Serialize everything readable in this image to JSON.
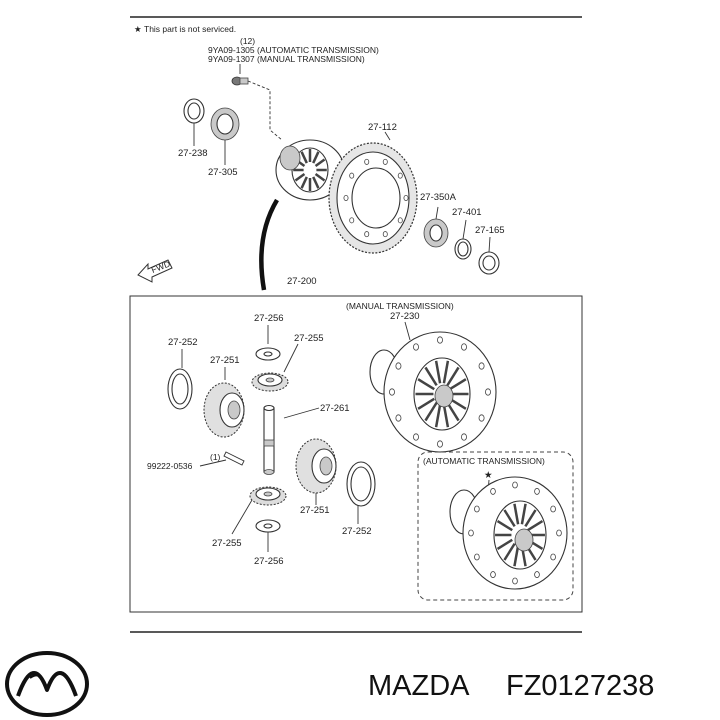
{
  "notice": {
    "star": "★",
    "text": "This part is not serviced."
  },
  "bolt_group": {
    "qty": "(12)",
    "line_auto": "9YA09-1305 (AUTOMATIC TRANSMISSION)",
    "line_manual": "9YA09-1307 (MANUAL TRANSMISSION)"
  },
  "labels": {
    "p27_238": "27-238",
    "p27_305": "27-305",
    "p27_112": "27-112",
    "p27_350a": "27-350A",
    "p27_401": "27-401",
    "p27_165": "27-165",
    "p27_200": "27-200",
    "p27_256_top": "27-256",
    "p27_255_top": "27-255",
    "p27_252_left": "27-252",
    "p27_251_left": "27-251",
    "p27_261": "27-261",
    "pin_qty": "(1)",
    "pin_code": "99222-0536",
    "p27_251_right": "27-251",
    "p27_252_right": "27-252",
    "p27_255_bottom": "27-255",
    "p27_256_bottom": "27-256",
    "p27_230": "27-230"
  },
  "sections": {
    "manual": "(MANUAL TRANSMISSION)",
    "automatic": "(AUTOMATIC TRANSMISSION)",
    "auto_star": "★"
  },
  "fwd_arrow": "FWD",
  "footer": {
    "brand": "MAZDA",
    "part_number": "FZ0127238",
    "logo_icon": "mazda-logo-icon"
  }
}
